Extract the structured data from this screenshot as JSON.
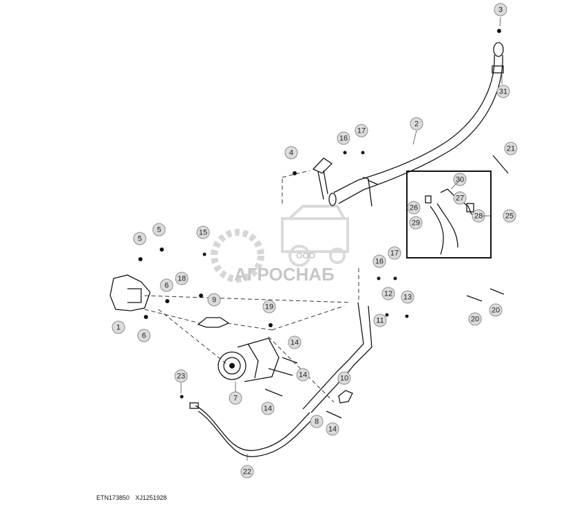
{
  "diagram": {
    "callouts": [
      "3",
      "31",
      "2",
      "17",
      "16",
      "4",
      "21",
      "30",
      "26",
      "27",
      "29",
      "28",
      "25",
      "5",
      "5",
      "15",
      "16",
      "17",
      "6",
      "18",
      "9",
      "12",
      "13",
      "19",
      "1",
      "6",
      "11",
      "20",
      "20",
      "14",
      "14",
      "10",
      "23",
      "7",
      "8",
      "14",
      "14",
      "22"
    ],
    "watermark": {
      "company": "ООО",
      "brand": "АГРОСНАБ"
    },
    "footer": {
      "figure_id": "ETN173850",
      "drawing_id": "XJ1251928"
    }
  }
}
